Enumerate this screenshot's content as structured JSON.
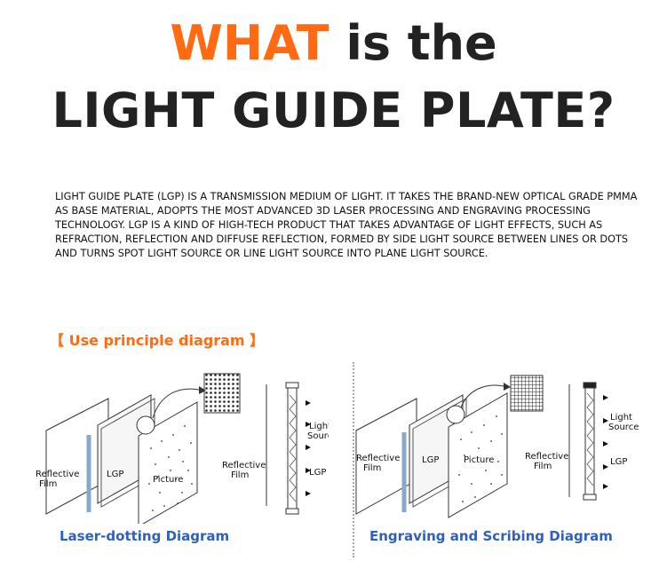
{
  "header": {
    "title_highlight": "WHAT",
    "title_rest": " is the",
    "title_line2": "LIGHT GUIDE PLATE?"
  },
  "description": "LIGHT GUIDE PLATE (LGP) IS A TRANSMISSION MEDIUM OF LIGHT. IT TAKES THE BRAND-NEW OPTICAL GRADE PMMA AS BASE MATERIAL, ADOPTS THE MOST ADVANCED 3D LASER PROCESSING AND ENGRAVING PROCESSING TECHNOLOGY. LGP IS A KIND OF HIGH-TECH PRODUCT THAT TAKES ADVANTAGE OF LIGHT EFFECTS, SUCH AS REFRACTION, REFLECTION AND DIFFUSE REFLECTION, FORMED BY SIDE LIGHT SOURCE BETWEEN LINES OR DOTS AND TURNS SPOT LIGHT SOURCE OR LINE LIGHT SOURCE INTO PLANE LIGHT SOURCE.",
  "section_heading": "【 Use principle diagram 】",
  "colors": {
    "accent": "#ff6a13",
    "caption": "#2f5fbf",
    "text": "#222222"
  },
  "diagrams": [
    {
      "caption": "Laser-dotting Diagram",
      "labels": {
        "reflective_film_1": "Reflective",
        "reflective_film_2": "Film",
        "lgp": "LGP",
        "picture": "Picture",
        "side_reflective_1": "Reflective",
        "side_reflective_2": "Film",
        "light_source_1": "Light",
        "light_source_2": "Source",
        "side_lgp": "LGP"
      }
    },
    {
      "caption": "Engraving and Scribing Diagram",
      "labels": {
        "reflective_film_1": "Reflective",
        "reflective_film_2": "Film",
        "lgp": "LGP",
        "picture": "Picture",
        "side_reflective_1": "Reflective",
        "side_reflective_2": "Film",
        "light_source_1": "Light",
        "light_source_2": "Source",
        "side_lgp": "LGP"
      }
    }
  ]
}
